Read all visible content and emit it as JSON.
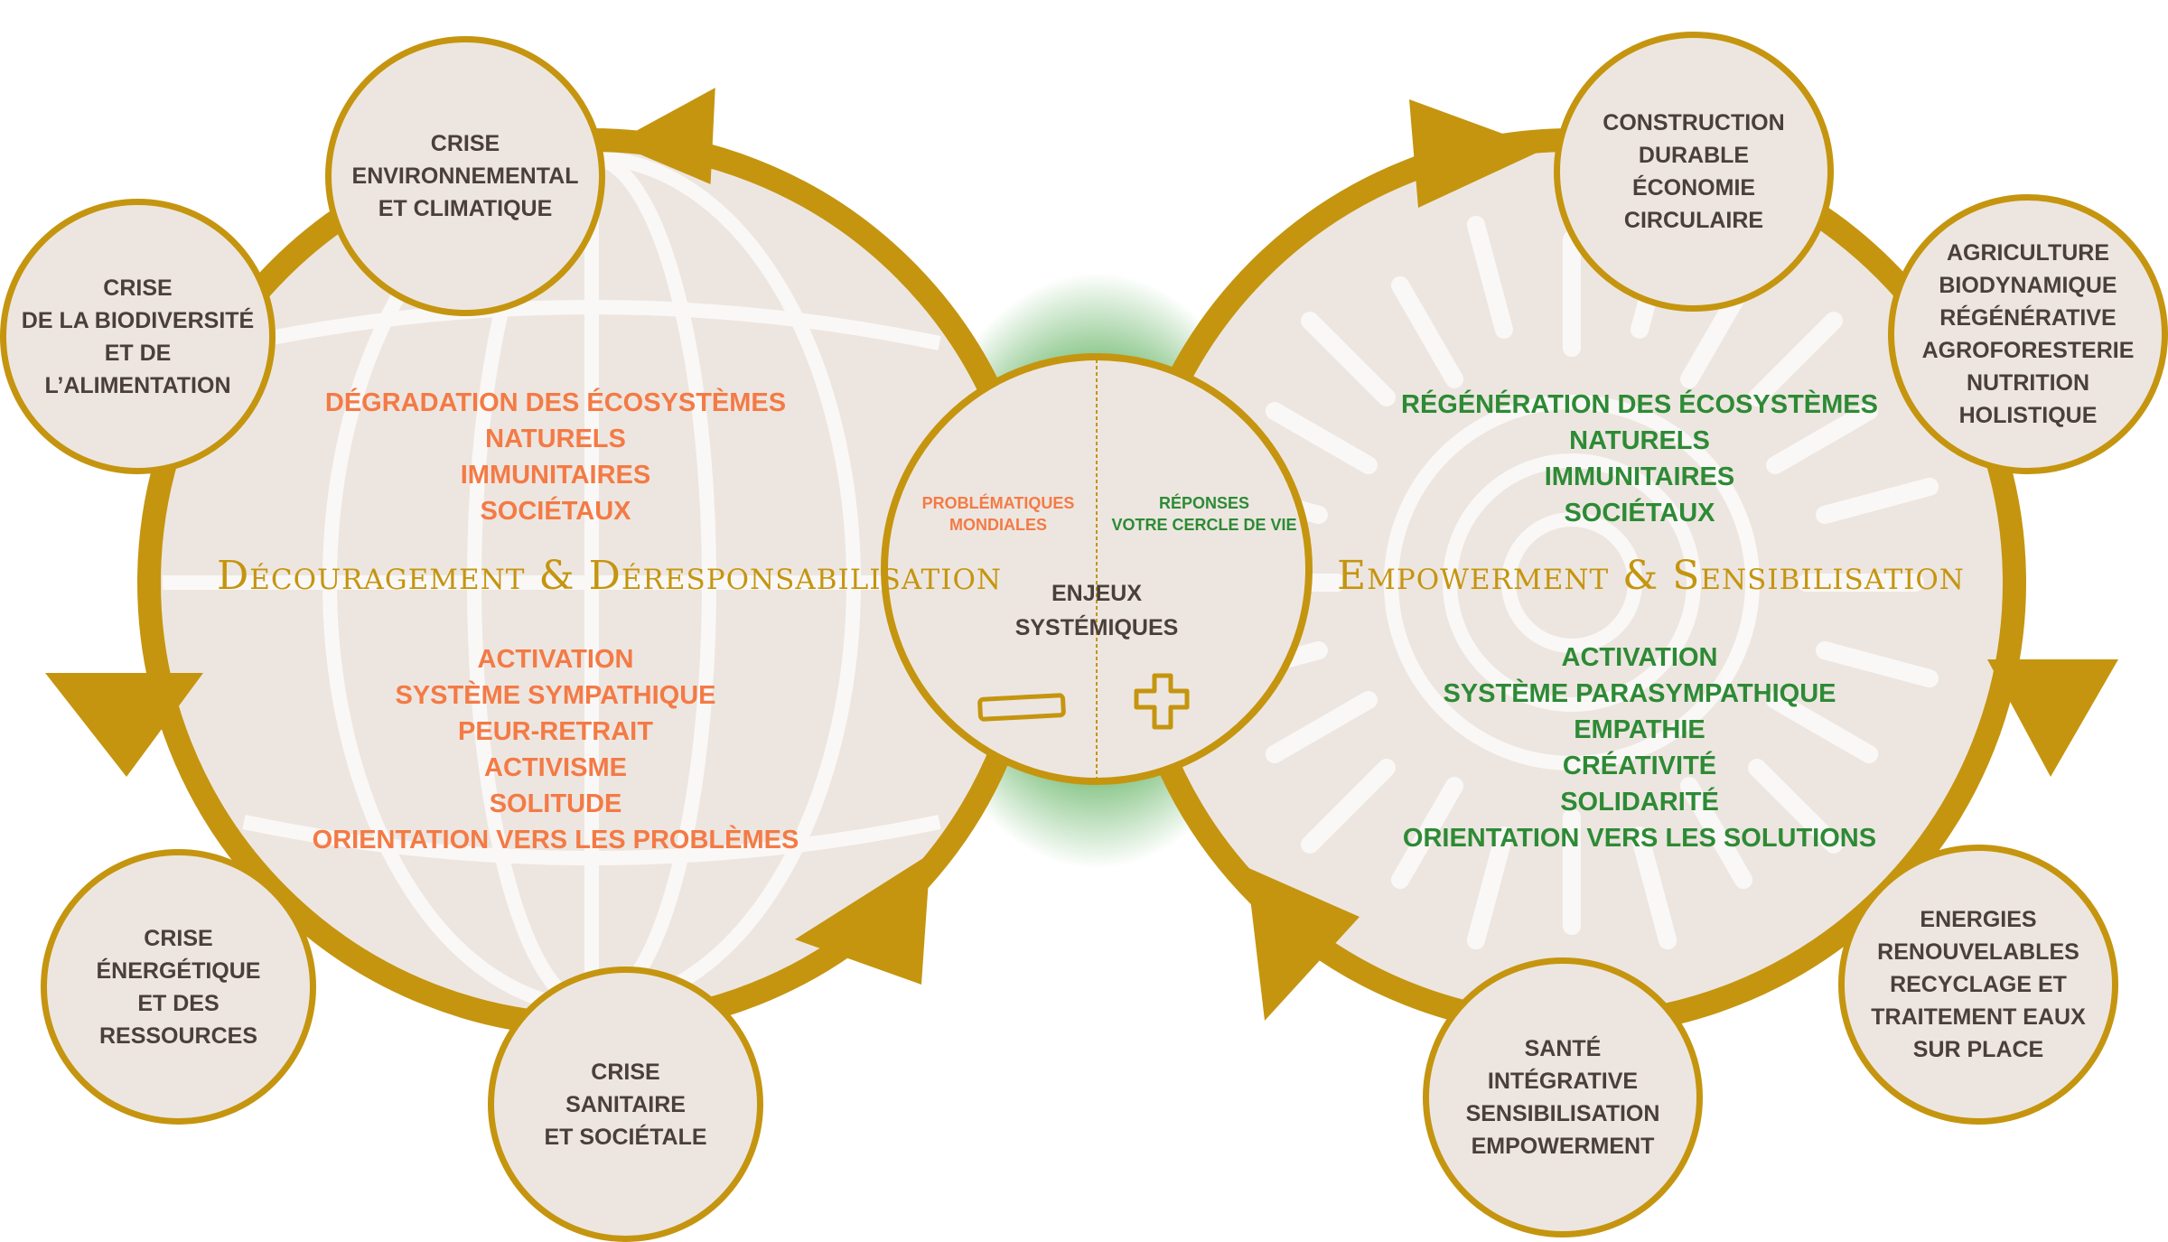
{
  "colors": {
    "gold": "#c5950f",
    "circle_fill": "#ede6e0",
    "negative": "#f47a45",
    "positive": "#2d8a35",
    "text_dark": "#4a3f3a",
    "glow": "#2f9a2f"
  },
  "left": {
    "title": "Découragement & Déresponsabilisation",
    "top_lines": [
      "DÉGRADATION DES ÉCOSYSTÈMES",
      "NATURELS",
      "IMMUNITAIRES",
      "SOCIÉTAUX"
    ],
    "bottom_lines": [
      "ACTIVATION",
      "SYSTÈME SYMPATHIQUE",
      "PEUR-RETRAIT",
      "ACTIVISME",
      "SOLITUDE",
      "ORIENTATION VERS LES PROBLÈMES"
    ],
    "nodes": [
      {
        "lines": [
          "CRISE",
          "ENVIRONNEMENTAL",
          "ET CLIMATIQUE"
        ]
      },
      {
        "lines": [
          "CRISE",
          "DE LA BIODIVERSITÉ",
          "ET DE",
          "L’ALIMENTATION"
        ]
      },
      {
        "lines": [
          "CRISE",
          "ÉNERGÉTIQUE",
          "ET DES",
          "RESSOURCES"
        ]
      },
      {
        "lines": [
          "CRISE",
          "SANITAIRE",
          "ET SOCIÉTALE"
        ]
      }
    ]
  },
  "right": {
    "title": "Empowerment & Sensibilisation",
    "top_lines": [
      "RÉGÉNÉRATION DES ÉCOSYSTÈMES",
      "NATURELS",
      "IMMUNITAIRES",
      "SOCIÉTAUX"
    ],
    "bottom_lines": [
      "ACTIVATION",
      "SYSTÈME PARASYMPATHIQUE",
      "EMPATHIE",
      "CRÉATIVITÉ",
      "SOLIDARITÉ",
      "ORIENTATION VERS LES SOLUTIONS"
    ],
    "nodes": [
      {
        "lines": [
          "CONSTRUCTION",
          "DURABLE",
          "ÉCONOMIE",
          "CIRCULAIRE"
        ]
      },
      {
        "lines": [
          "AGRICULTURE",
          "BIODYNAMIQUE",
          "RÉGÉNÉRATIVE",
          "AGROFORESTERIE",
          "NUTRITION",
          "HOLISTIQUE"
        ]
      },
      {
        "lines": [
          "ENERGIES",
          "RENOUVELABLES",
          "RECYCLAGE ET",
          "TRAITEMENT EAUX",
          "SUR PLACE"
        ]
      },
      {
        "lines": [
          "SANTÉ",
          "INTÉGRATIVE",
          "SENSIBILISATION",
          "EMPOWERMENT"
        ]
      }
    ]
  },
  "center": {
    "left_label": [
      "PROBLÉMATIQUES",
      "MONDIALES"
    ],
    "right_label": [
      "RÉPONSES",
      "VOTRE CERCLE DE VIE"
    ],
    "main_label": [
      "ENJEUX",
      "SYSTÉMIQUES"
    ],
    "minus_icon": "minus-icon",
    "plus_icon": "plus-icon"
  }
}
